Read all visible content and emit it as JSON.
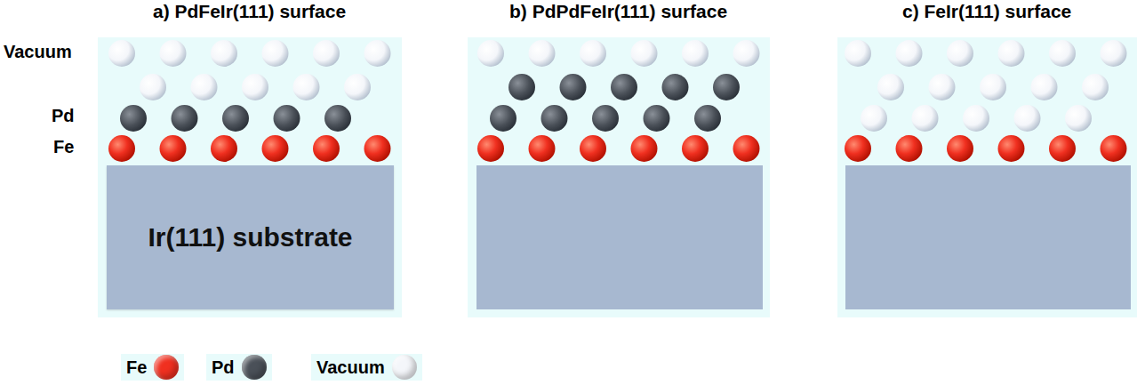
{
  "diagram": {
    "nodes": [
      {
        "text": [
          "Ir(111) substrate"
        ]
      }
    ],
    "labels": [
      "a) PdFeIr(111) surface",
      "b) PdPdFeIr(111) surface",
      "c) FeIr(111) surface",
      "Vacuum",
      "Pd",
      "Fe"
    ],
    "legend": [
      {
        "text": "Fe",
        "color": "#f03020"
      },
      {
        "text": "Pd",
        "color": "#4a5058"
      },
      {
        "text": "Vacuum",
        "color": "#f4f6fa"
      }
    ]
  }
}
